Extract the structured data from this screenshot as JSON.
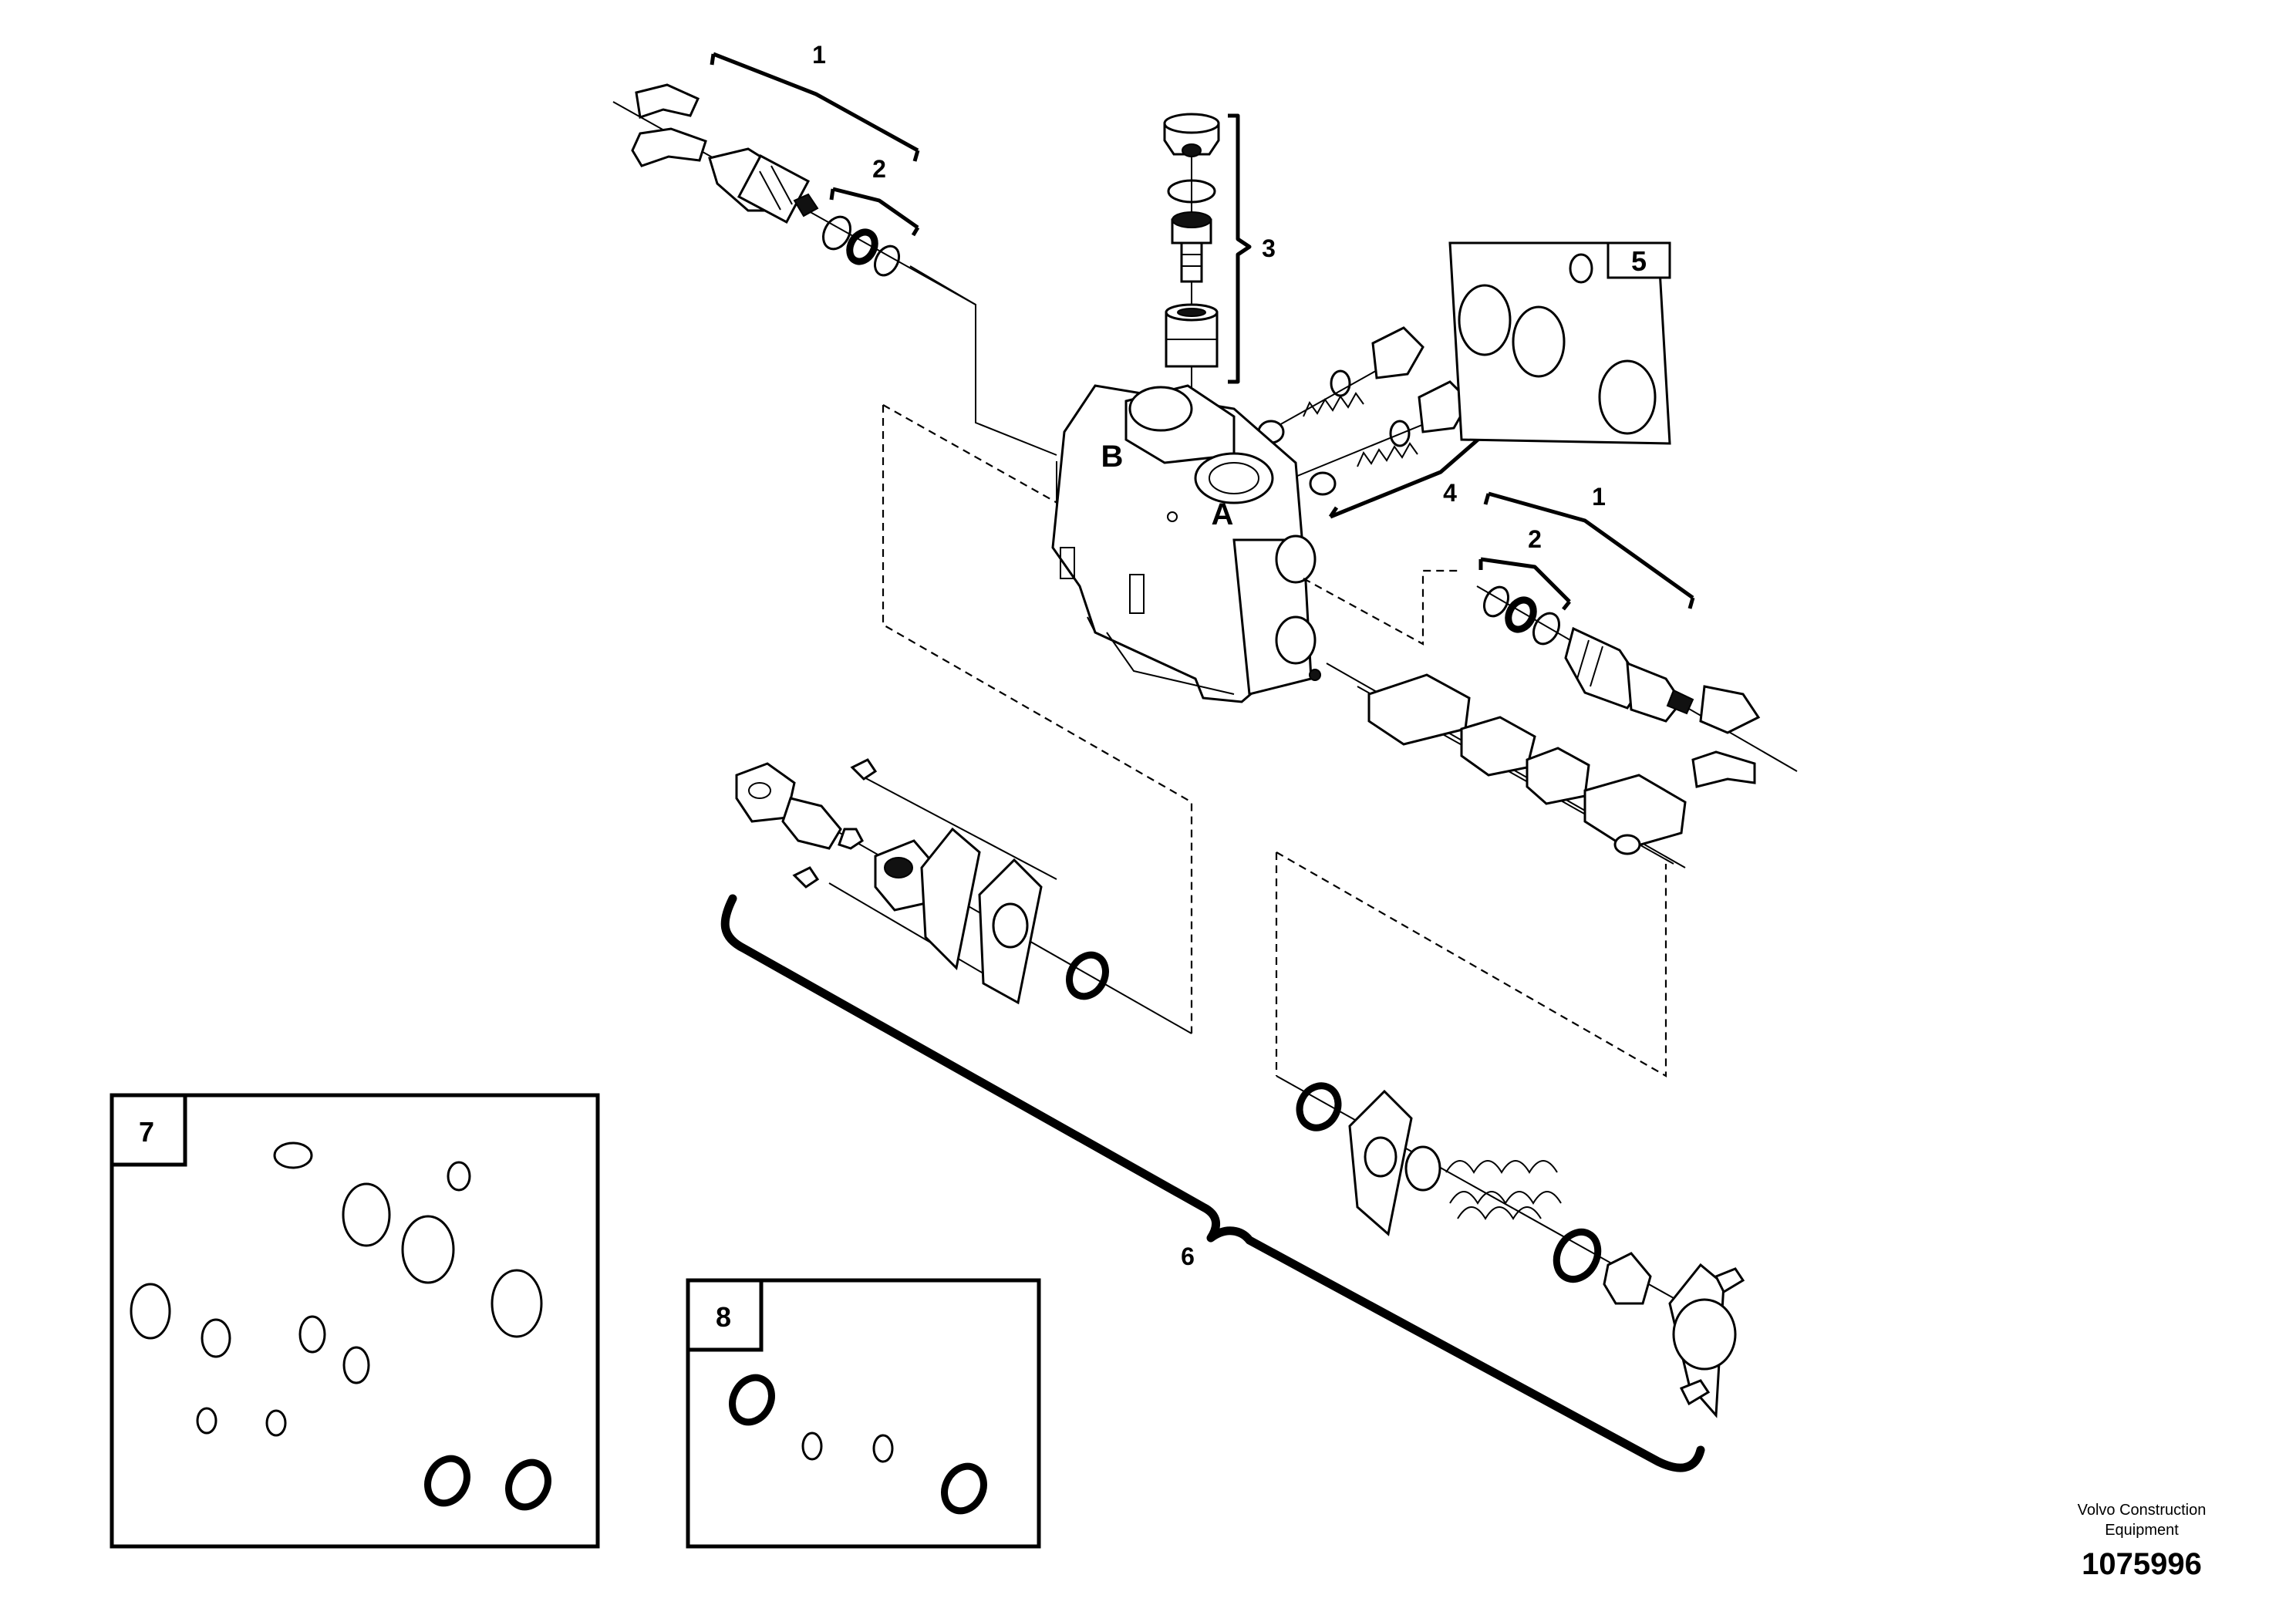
{
  "callouts": {
    "item_1_top": "1",
    "item_2_top": "2",
    "item_3": "3",
    "item_4": "4",
    "item_5": "5",
    "item_1_right": "1",
    "item_2_right": "2",
    "item_6": "6",
    "item_7": "7",
    "item_8": "8"
  },
  "ports": {
    "port_b": "B",
    "port_a": "A"
  },
  "footer": {
    "brand_line1": "Volvo Construction",
    "brand_line2": "Equipment",
    "drawing_number": "1075996"
  }
}
